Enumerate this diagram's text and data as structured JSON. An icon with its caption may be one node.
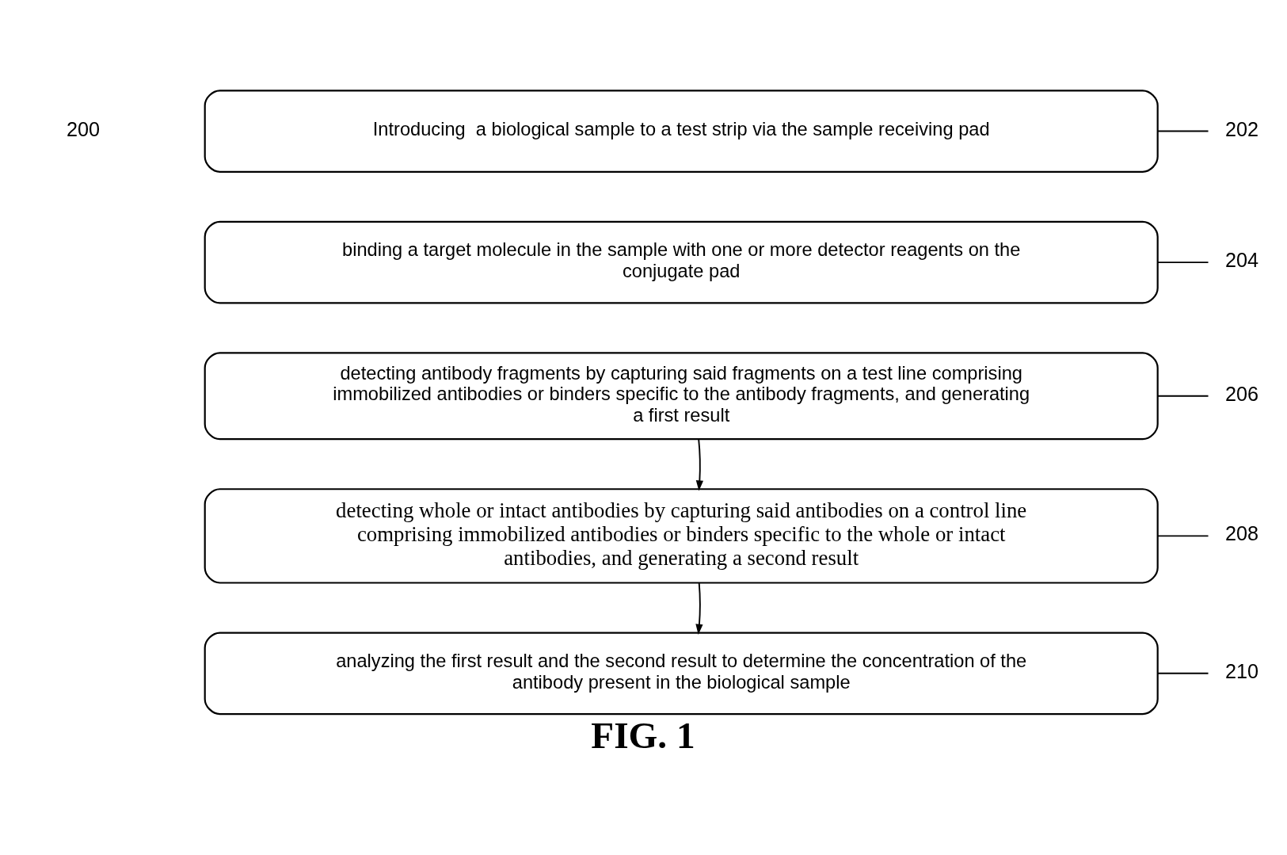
{
  "diagram": {
    "caption": "FIG. 1",
    "nodes": [
      {
        "text": [
          "Introducing  a biological sample to a test strip via the sample receiving pad"
        ]
      },
      {
        "text": [
          "202"
        ]
      },
      {
        "text": [
          "binding a target molecule in the sample with one or more detector reagents on the conjugate pad"
        ]
      },
      {
        "text": [
          "204"
        ]
      },
      {
        "text": [
          "detecting antibody fragments by capturing said fragments on a test line comprising immobilized antibodies or binders specific to the antibody fragments, and generating a first result"
        ]
      },
      {
        "text": [
          "206"
        ]
      },
      {
        "text": [
          "detecting whole or intact antibodies by capturing said antibodies on a control line comprising immobilized antibodies or binders specific to the whole or intact antibodies, and generating a second result"
        ]
      },
      {
        "text": [
          "208"
        ]
      },
      {
        "text": [
          "analyzing the first result and the second result to determine the concentration of the antibody present in the biological sample"
        ]
      },
      {
        "text": [
          "210"
        ]
      }
    ],
    "edges": [
      {
        "from": 4,
        "to": 6,
        "arrow": "to"
      },
      {
        "from": 6,
        "to": 8,
        "arrow": "to"
      },
      {
        "from": 1,
        "to": 0,
        "arrow": "none"
      },
      {
        "from": 3,
        "to": 2,
        "arrow": "none"
      },
      {
        "from": 5,
        "to": 4,
        "arrow": "none"
      },
      {
        "from": 7,
        "to": 6,
        "arrow": "none"
      },
      {
        "from": 9,
        "to": 8,
        "arrow": "none"
      }
    ],
    "labels": [
      "200"
    ]
  }
}
